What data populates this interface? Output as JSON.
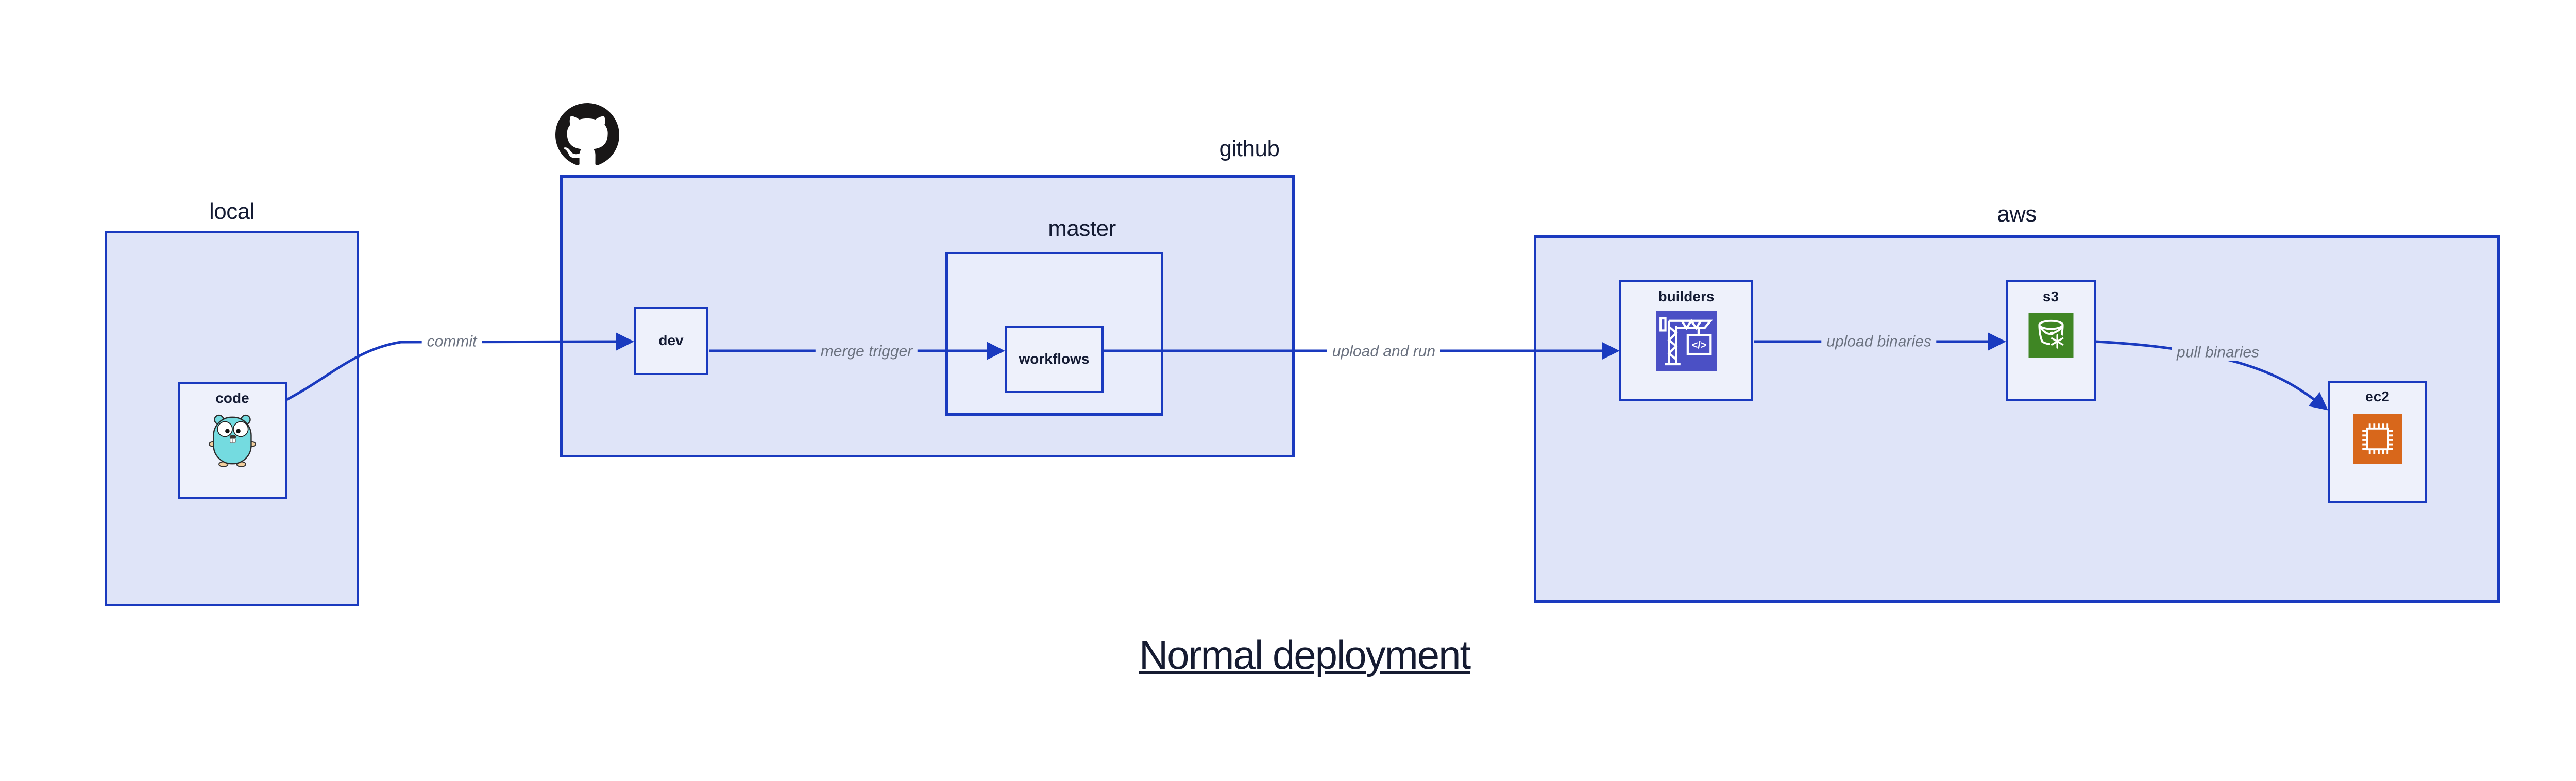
{
  "title": {
    "text": "Normal deployment"
  },
  "regions": {
    "local": {
      "label": "local"
    },
    "github": {
      "label": "github"
    },
    "master": {
      "label": "master"
    },
    "aws": {
      "label": "aws"
    }
  },
  "nodes": {
    "code": {
      "label": "code",
      "icon": "go-gopher-icon"
    },
    "dev": {
      "label": "dev"
    },
    "workflows": {
      "label": "workflows"
    },
    "builders": {
      "label": "builders",
      "icon": "aws-codebuild-crane-icon",
      "glyph": "</>"
    },
    "s3": {
      "label": "s3",
      "icon": "aws-s3-glacier-bucket-icon"
    },
    "ec2": {
      "label": "ec2",
      "icon": "aws-ec2-chip-icon"
    }
  },
  "edges": {
    "commit": {
      "label": "commit"
    },
    "merge_trigger": {
      "label": "merge trigger"
    },
    "upload_and_run": {
      "label": "upload and run"
    },
    "upload_binaries": {
      "label": "upload binaries"
    },
    "pull_binaries": {
      "label": "pull binaries"
    }
  },
  "colors": {
    "edge_blue": "#1a3abf",
    "region_fill": "#dfe4f8",
    "master_fill": "#e9edfb",
    "node_fill": "#eef1fb",
    "label_navy": "#141b33",
    "edge_label_gray": "#6b7280",
    "codebuild_purple": "#4b50c5",
    "s3_green": "#3f8624",
    "ec2_orange": "#d8671b",
    "gopher_teal": "#74dbe0",
    "gopher_paw_tan": "#f2cf9e",
    "github_black": "#191717",
    "title_navy": "#151b31"
  }
}
